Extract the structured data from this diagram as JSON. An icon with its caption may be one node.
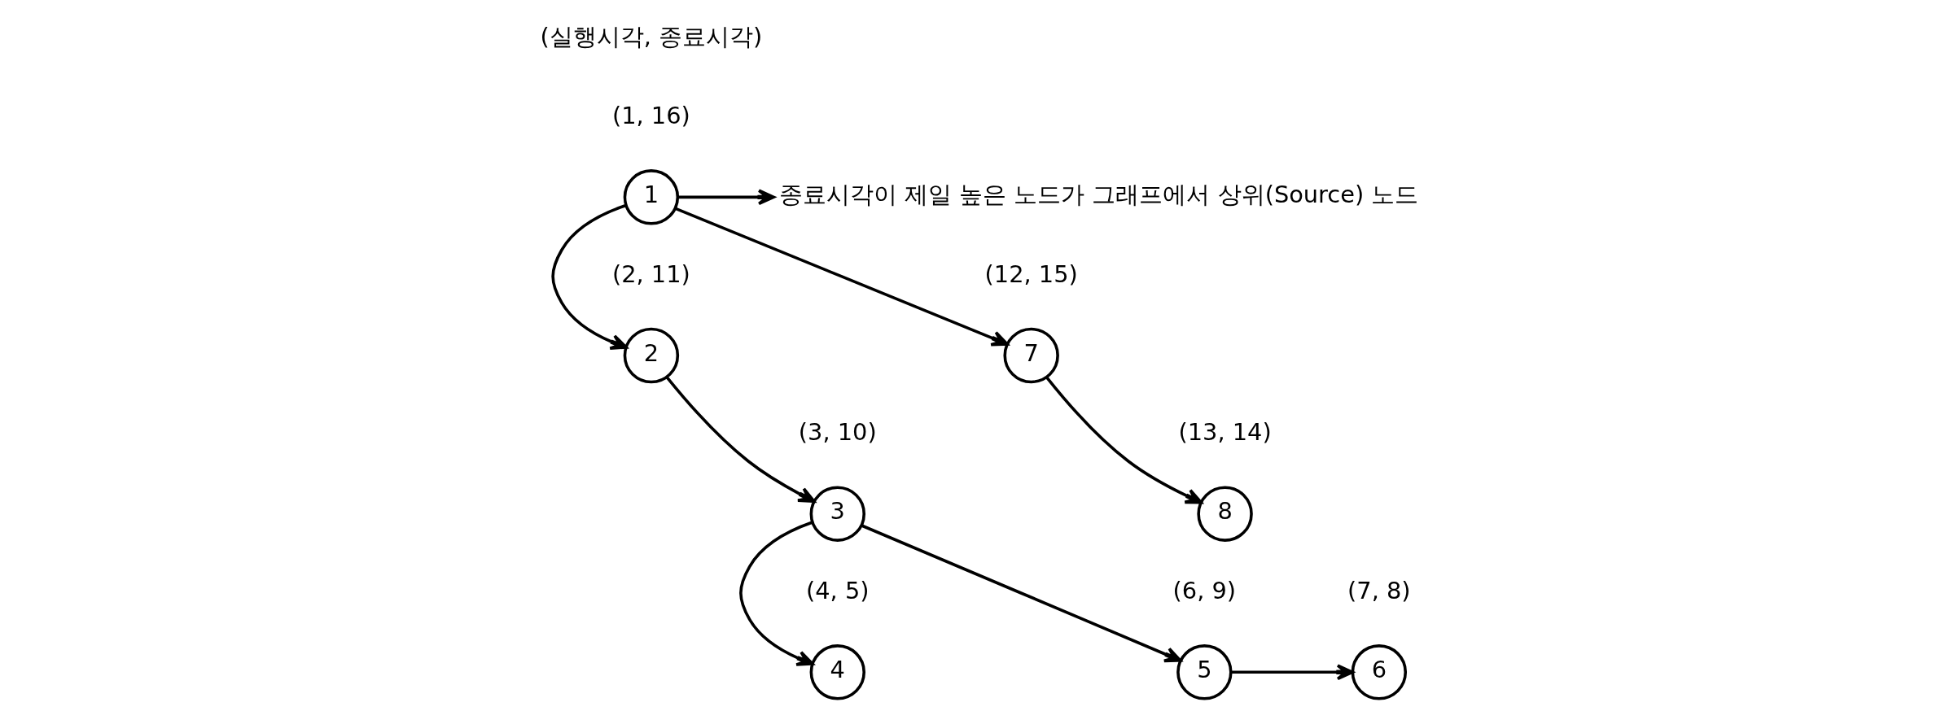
{
  "diagram": {
    "nodes": [
      {
        "text": [
          "1"
        ],
        "beside": [
          "(1, 16)"
        ]
      },
      {
        "text": [
          "2"
        ],
        "beside": [
          "(2, 11)"
        ]
      },
      {
        "text": [
          "7"
        ],
        "beside": [
          "(12, 15)"
        ]
      },
      {
        "text": [
          "3"
        ],
        "beside": [
          "(3, 10)"
        ]
      },
      {
        "text": [
          "8"
        ],
        "beside": [
          "(13, 14)"
        ]
      },
      {
        "text": [
          "4"
        ],
        "beside": [
          "(4, 5)"
        ]
      },
      {
        "text": [
          "5"
        ],
        "beside": [
          "(6, 9)"
        ]
      },
      {
        "text": [
          "6"
        ],
        "beside": [
          "(7, 8)"
        ]
      },
      {
        "text": [
          "종료시각이 제일 높은 노드가 그래프에서 상위(Source) 노드"
        ]
      }
    ],
    "edges": [
      {
        "from": 0,
        "to": 1,
        "arrow": "to"
      },
      {
        "from": 0,
        "to": 2,
        "arrow": "to"
      },
      {
        "from": 1,
        "to": 3,
        "arrow": "to"
      },
      {
        "from": 2,
        "to": 4,
        "arrow": "to"
      },
      {
        "from": 3,
        "to": 5,
        "arrow": "to"
      },
      {
        "from": 3,
        "to": 6,
        "arrow": "to"
      },
      {
        "from": 6,
        "to": 7,
        "arrow": "to"
      },
      {
        "from": 0,
        "to": 8,
        "arrow": "to"
      }
    ],
    "labels": [
      "(실행시각, 종료시각)"
    ]
  }
}
